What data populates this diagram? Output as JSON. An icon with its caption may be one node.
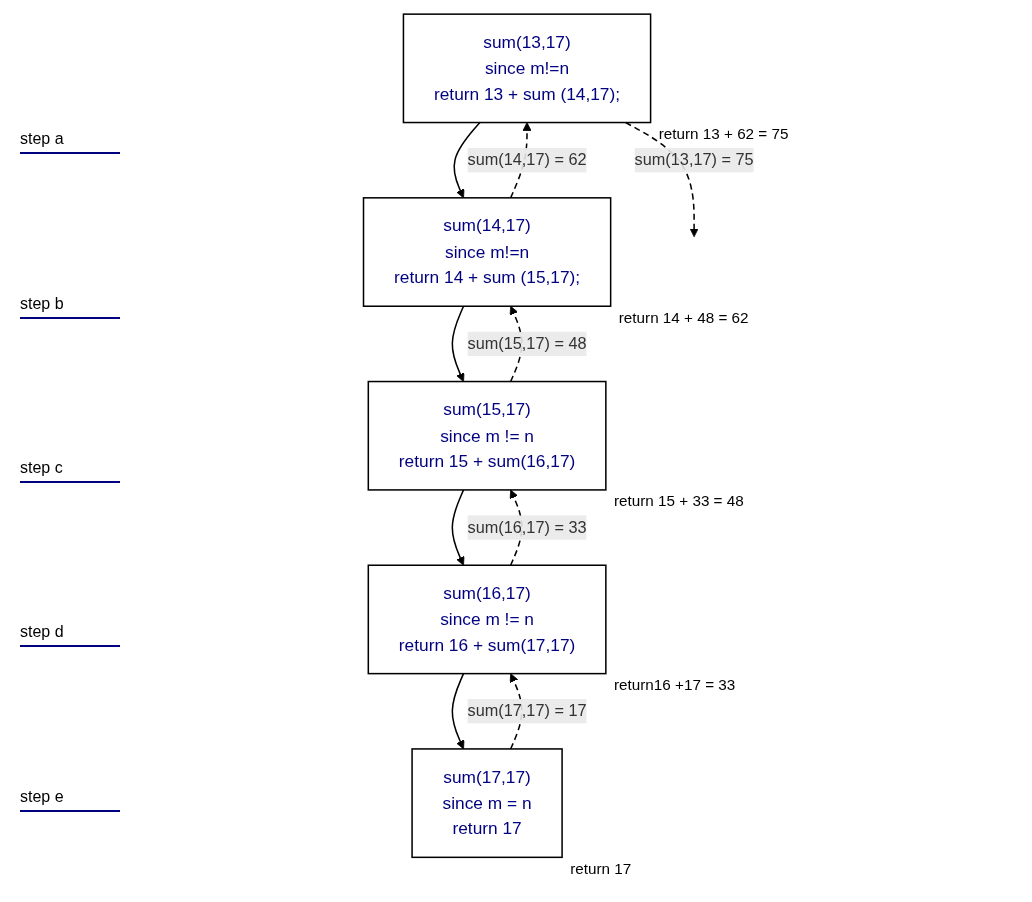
{
  "diagram": {
    "nodes": [
      {
        "text": [
          "sum(13,17)",
          "since m!=n",
          "return 13 + sum (14,17);"
        ],
        "beside": [
          "return 13 + 62 = 75"
        ]
      },
      {
        "text": [
          "sum(14,17)",
          "since m!=n",
          "return 14 + sum (15,17);"
        ],
        "beside": [
          "return 14 + 48 = 62"
        ]
      },
      {
        "text": [
          "sum(15,17)",
          "since m != n",
          "return 15 + sum(16,17)"
        ],
        "beside": [
          "return 15 + 33 = 48"
        ]
      },
      {
        "text": [
          "sum(16,17)",
          "since m != n",
          "return 16 + sum(17,17)"
        ],
        "beside": [
          "return16 +17 = 33"
        ]
      },
      {
        "text": [
          "sum(17,17)",
          "since m = n",
          "return 17"
        ],
        "beside": [
          "return 17"
        ]
      }
    ],
    "edges": [
      {
        "from": 0,
        "to": 1,
        "arrow": "to"
      },
      {
        "from": 1,
        "to": 2,
        "arrow": "to"
      },
      {
        "from": 2,
        "to": 3,
        "arrow": "to"
      },
      {
        "from": 3,
        "to": 4,
        "arrow": "to"
      },
      {
        "from": 4,
        "to": 3,
        "arrow": "to",
        "style": "dashed",
        "label": "sum(17,17) = 17"
      },
      {
        "from": 3,
        "to": 2,
        "arrow": "to",
        "style": "dashed",
        "label": "sum(16,17) = 33"
      },
      {
        "from": 2,
        "to": 1,
        "arrow": "to",
        "style": "dashed",
        "label": "sum(15,17) = 48"
      },
      {
        "from": 1,
        "to": 0,
        "arrow": "to",
        "style": "dashed",
        "label": "sum(14,17) = 62"
      },
      {
        "from": 0,
        "to": null,
        "arrow": "to",
        "style": "dashed",
        "label": "sum(13,17) = 75"
      }
    ],
    "labels": [
      "step a",
      "step b",
      "step c",
      "step d",
      "step e"
    ]
  }
}
